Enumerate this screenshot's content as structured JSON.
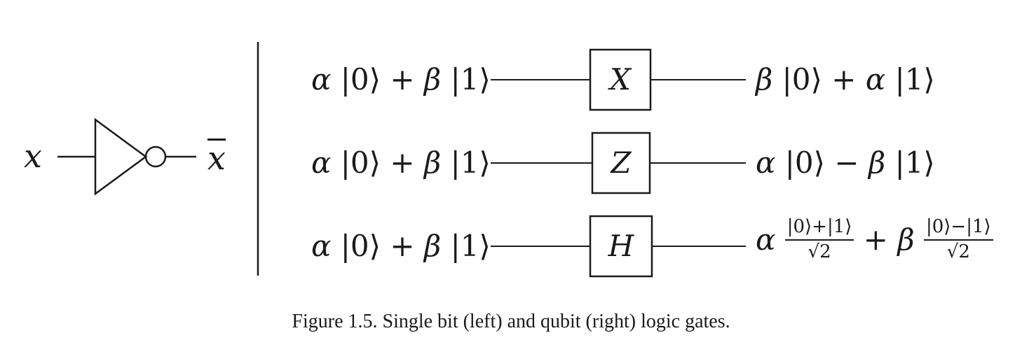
{
  "classical_gate": {
    "input_label": "x",
    "output_label": "x"
  },
  "qubit_gates": [
    {
      "gate": "X",
      "input": {
        "alpha": "α",
        "ket0": "|0⟩",
        "op": "+",
        "beta": "β",
        "ket1": "|1⟩"
      },
      "output": {
        "c1": "β",
        "ket0": "|0⟩",
        "op": "+",
        "c2": "α",
        "ket1": "|1⟩"
      }
    },
    {
      "gate": "Z",
      "input": {
        "alpha": "α",
        "ket0": "|0⟩",
        "op": "+",
        "beta": "β",
        "ket1": "|1⟩"
      },
      "output": {
        "c1": "α",
        "ket0": "|0⟩",
        "op": "−",
        "c2": "β",
        "ket1": "|1⟩"
      }
    },
    {
      "gate": "H",
      "input": {
        "alpha": "α",
        "ket0": "|0⟩",
        "op": "+",
        "beta": "β",
        "ket1": "|1⟩"
      },
      "output": {
        "c1": "α",
        "frac1_num": "|0⟩+|1⟩",
        "frac1_den": "√2",
        "op": "+",
        "c2": "β",
        "frac2_num": "|0⟩−|1⟩",
        "frac2_den": "√2"
      }
    }
  ],
  "caption": "Figure 1.5. Single bit (left) and qubit (right) logic gates."
}
